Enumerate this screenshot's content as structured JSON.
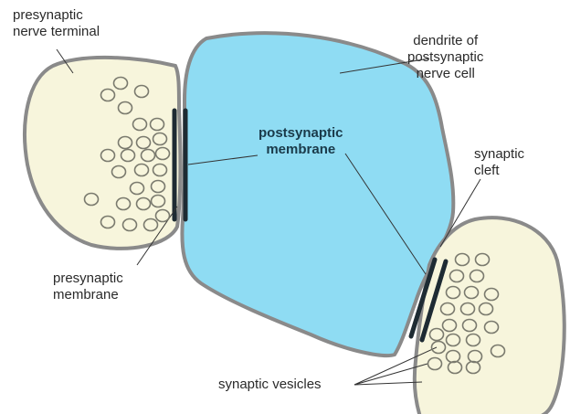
{
  "labels": {
    "presynaptic_nerve_terminal": [
      "presynaptic",
      "nerve terminal"
    ],
    "dendrite": [
      "dendrite of",
      "postsynaptic",
      "nerve cell"
    ],
    "postsynaptic_membrane": [
      "postsynaptic",
      "membrane"
    ],
    "synaptic_cleft": [
      "synaptic",
      "cleft"
    ],
    "presynaptic_membrane": [
      "presynaptic",
      "membrane"
    ],
    "synaptic_vesicles": "synaptic vesicles"
  },
  "colors": {
    "dendrite_fill": "#8fdcf3",
    "terminal_fill": "#f7f5dc",
    "outline": "#8a8a8a",
    "membrane": "#1e2b33",
    "vesicle": "#7a7a6e",
    "leader": "#333333"
  }
}
